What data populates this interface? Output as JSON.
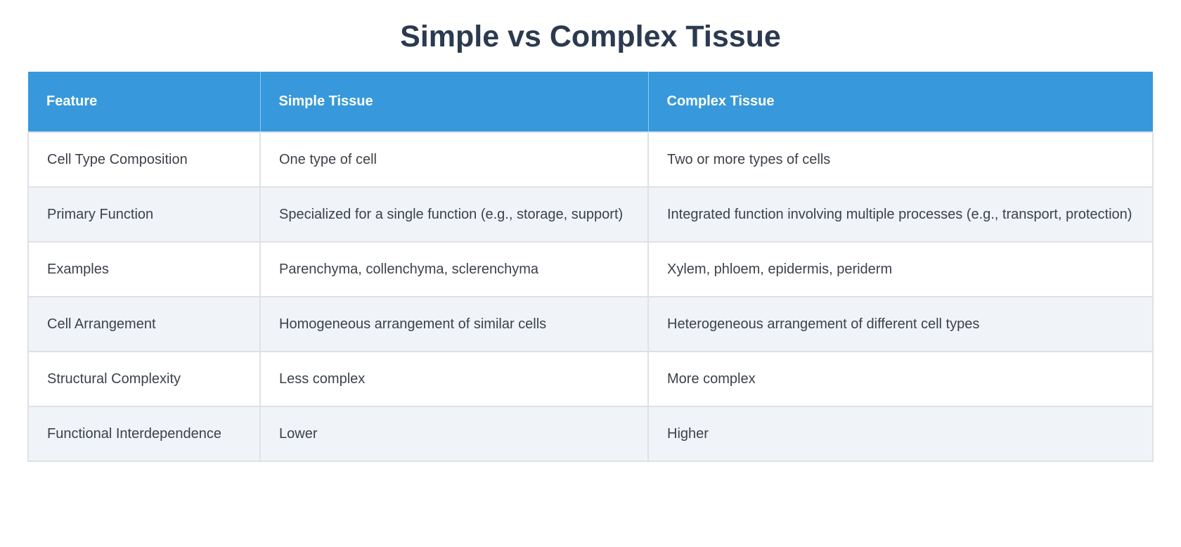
{
  "page": {
    "title": "Simple vs Complex Tissue"
  },
  "table": {
    "columns": [
      "Feature",
      "Simple Tissue",
      "Complex Tissue"
    ],
    "rows": [
      [
        "Cell Type Composition",
        "One type of cell",
        "Two or more types of cells"
      ],
      [
        "Primary Function",
        "Specialized for a single function (e.g., storage, support)",
        "Integrated function involving multiple processes (e.g., transport, protection)"
      ],
      [
        "Examples",
        "Parenchyma, collenchyma, sclerenchyma",
        "Xylem, phloem, epidermis, periderm"
      ],
      [
        "Cell Arrangement",
        "Homogeneous arrangement of similar cells",
        "Heterogeneous arrangement of different cell types"
      ],
      [
        "Structural Complexity",
        "Less complex",
        "More complex"
      ],
      [
        "Functional Interdependence",
        "Lower",
        "Higher"
      ]
    ]
  },
  "colors": {
    "header_bg": "#3799db",
    "header_text": "#ffffff",
    "title_text": "#2b3a4f",
    "row_bg": "#ffffff",
    "alt_row_bg": "#f0f3f7",
    "border": "#dee1e5",
    "body_text": "#3c4249"
  },
  "chart_data": {
    "type": "table",
    "title": "Simple vs Complex Tissue",
    "columns": [
      "Feature",
      "Simple Tissue",
      "Complex Tissue"
    ],
    "rows": [
      [
        "Cell Type Composition",
        "One type of cell",
        "Two or more types of cells"
      ],
      [
        "Primary Function",
        "Specialized for a single function (e.g., storage, support)",
        "Integrated function involving multiple processes (e.g., transport, protection)"
      ],
      [
        "Examples",
        "Parenchyma, collenchyma, sclerenchyma",
        "Xylem, phloem, epidermis, periderm"
      ],
      [
        "Cell Arrangement",
        "Homogeneous arrangement of similar cells",
        "Heterogeneous arrangement of different cell types"
      ],
      [
        "Structural Complexity",
        "Less complex",
        "More complex"
      ],
      [
        "Functional Interdependence",
        "Lower",
        "Higher"
      ]
    ]
  }
}
